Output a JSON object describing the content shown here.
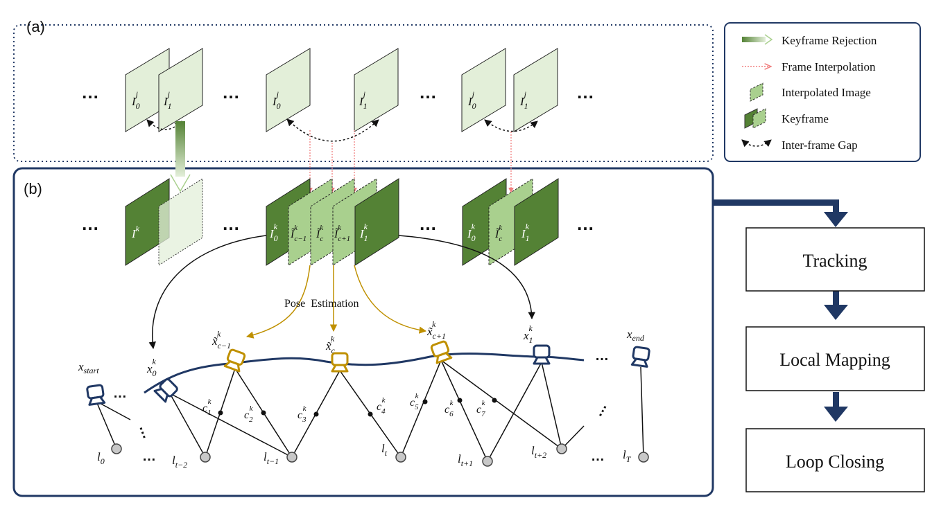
{
  "panels": {
    "a_label": "(a)",
    "b_label": "(b)"
  },
  "legend": {
    "keyframe_rejection": "Keyframe Rejection",
    "frame_interpolation": "Frame Interpolation",
    "interpolated_image": "Interpolated Image",
    "keyframe": "Keyframe",
    "inter_frame_gap": "Inter-frame Gap"
  },
  "frames_a": {
    "left_i0_base": "I",
    "left_i0_sub": "0",
    "left_i0_sup": "j",
    "left_i1_base": "I",
    "left_i1_sub": "1",
    "left_i1_sup": "j",
    "mid_i0_base": "I",
    "mid_i0_sub": "0",
    "mid_i0_sup": "j",
    "mid_i1_base": "I",
    "mid_i1_sub": "1",
    "mid_i1_sup": "j",
    "right_i0_base": "I",
    "right_i0_sub": "0",
    "right_i0_sup": "j",
    "right_i1_base": "I",
    "right_i1_sub": "1",
    "right_i1_sup": "j"
  },
  "frames_b": {
    "left_ik_base": "I",
    "left_ik_sup": "k",
    "mid_i0_base": "I",
    "mid_i0_sub": "0",
    "mid_i0_sup": "k",
    "mid_cm1_base": "Ĩ",
    "mid_cm1_sub": "c−1",
    "mid_cm1_sup": "k",
    "mid_c_base": "Ĩ",
    "mid_c_sub": "c",
    "mid_c_sup": "k",
    "mid_cp1_base": "Ĩ",
    "mid_cp1_sub": "c+1",
    "mid_cp1_sup": "k",
    "mid_i1_base": "I",
    "mid_i1_sub": "1",
    "mid_i1_sup": "k",
    "right_i0_base": "I",
    "right_i0_sub": "0",
    "right_i0_sup": "k",
    "right_c_base": "Ĩ",
    "right_c_sub": "c",
    "right_c_sup": "k",
    "right_i1_base": "I",
    "right_i1_sub": "1",
    "right_i1_sup": "k"
  },
  "ellipsis": "…",
  "pose_estimation": "Pose  Estimation",
  "poses": {
    "x_start_base": "x",
    "x_start_sub": "start",
    "x0_base": "x",
    "x0_sub": "0",
    "x0_sup": "k",
    "xcm1_base": "x̃",
    "xcm1_sub": "c−1",
    "xcm1_sup": "k",
    "xc_base": "x̃",
    "xc_sub": "c",
    "xc_sup": "k",
    "xcp1_base": "x̃",
    "xcp1_sub": "c+1",
    "xcp1_sup": "k",
    "x1_base": "x",
    "x1_sub": "1",
    "x1_sup": "k",
    "x_end_base": "x",
    "x_end_sub": "end"
  },
  "constraints": {
    "c1_base": "c",
    "c1_sub": "1",
    "c1_sup": "k",
    "c2_base": "c",
    "c2_sub": "2",
    "c2_sup": "k",
    "c3_base": "c",
    "c3_sub": "3",
    "c3_sup": "k",
    "c4_base": "c",
    "c4_sub": "4",
    "c4_sup": "k",
    "c5_base": "c",
    "c5_sub": "5",
    "c5_sup": "k",
    "c6_base": "c",
    "c6_sub": "6",
    "c6_sup": "k",
    "c7_base": "c",
    "c7_sub": "7",
    "c7_sup": "k"
  },
  "landmarks": {
    "l0_base": "l",
    "l0_sub": "0",
    "lt2_base": "l",
    "lt2_sub": "t−2",
    "lt1_base": "l",
    "lt1_sub": "t−1",
    "lt_base": "l",
    "lt_sub": "t",
    "ltp1_base": "l",
    "ltp1_sub": "t+1",
    "ltp2_base": "l",
    "ltp2_sub": "t+2",
    "lT_base": "l",
    "lT_sub": "T"
  },
  "pipeline": {
    "tracking": "Tracking",
    "local_mapping": "Local Mapping",
    "loop_closing": "Loop Closing"
  },
  "colors": {
    "light_frame": "#e3efd9",
    "interp_frame": "#a9d08e",
    "keyframe": "#548235",
    "navy": "#203864",
    "gold": "#bf9000",
    "interp_arrow": "#f08080"
  }
}
